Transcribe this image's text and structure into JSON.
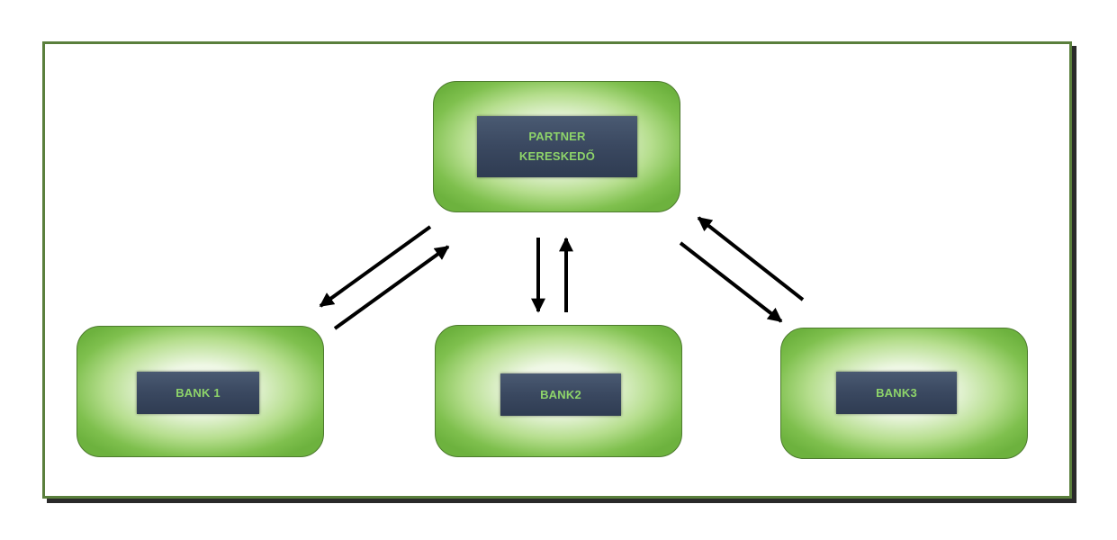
{
  "nodes": {
    "partner": {
      "label": "PARTNER\nKERESKEDŐ"
    },
    "bank1": {
      "label": "BANK 1"
    },
    "bank2": {
      "label": "BANK2"
    },
    "bank3": {
      "label": "BANK3"
    }
  },
  "colors": {
    "frame_border": "#5a7f3c",
    "node_fill": "#7fc04e",
    "label_box": "#3a4860",
    "label_text": "#8ed46a",
    "arrow": "#000000"
  }
}
